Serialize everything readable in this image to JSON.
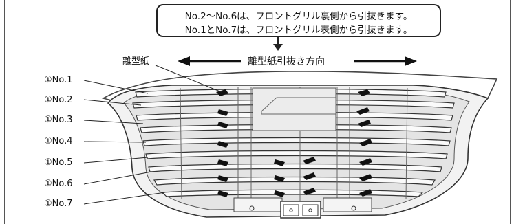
{
  "callout": {
    "line1": "No.2～No.6は、フロントグリル裏側から引抜きます。",
    "line2": "No.1とNo.7は、フロントグリル表側から引抜きます。"
  },
  "direction_label": "離型紙引抜き方向",
  "release_paper_label": "離型紙",
  "parts": [
    {
      "label": "①No.1"
    },
    {
      "label": "①No.2"
    },
    {
      "label": "①No.3"
    },
    {
      "label": "①No.4"
    },
    {
      "label": "①No.5"
    },
    {
      "label": "①No.6"
    },
    {
      "label": "①No.7"
    }
  ]
}
